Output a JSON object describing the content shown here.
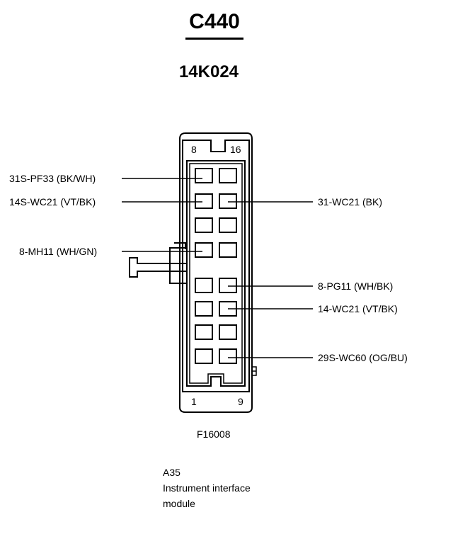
{
  "connector": {
    "name": "C440",
    "part_number": "14K024",
    "pin_labels": {
      "top_left": "8",
      "top_right": "16",
      "bottom_left": "1",
      "bottom_right": "9"
    }
  },
  "wires_left": [
    {
      "pin": "8",
      "label": "31S-PF33 (BK/WH)"
    },
    {
      "pin": "7",
      "label": "14S-WC21 (VT/BK)"
    },
    {
      "pin": "5",
      "label": "8-MH11 (WH/GN)"
    }
  ],
  "wires_right": [
    {
      "pin": "15",
      "label": "31-WC21 (BK)"
    },
    {
      "pin": "12",
      "label": "8-PG11 (WH/BK)"
    },
    {
      "pin": "11",
      "label": "14-WC21 (VT/BK)"
    },
    {
      "pin": "9",
      "label": "29S-WC60 (OG/BU)"
    }
  ],
  "figure_id": "F16008",
  "component": {
    "ref": "A35",
    "name_line1": "Instrument interface",
    "name_line2": "module"
  }
}
